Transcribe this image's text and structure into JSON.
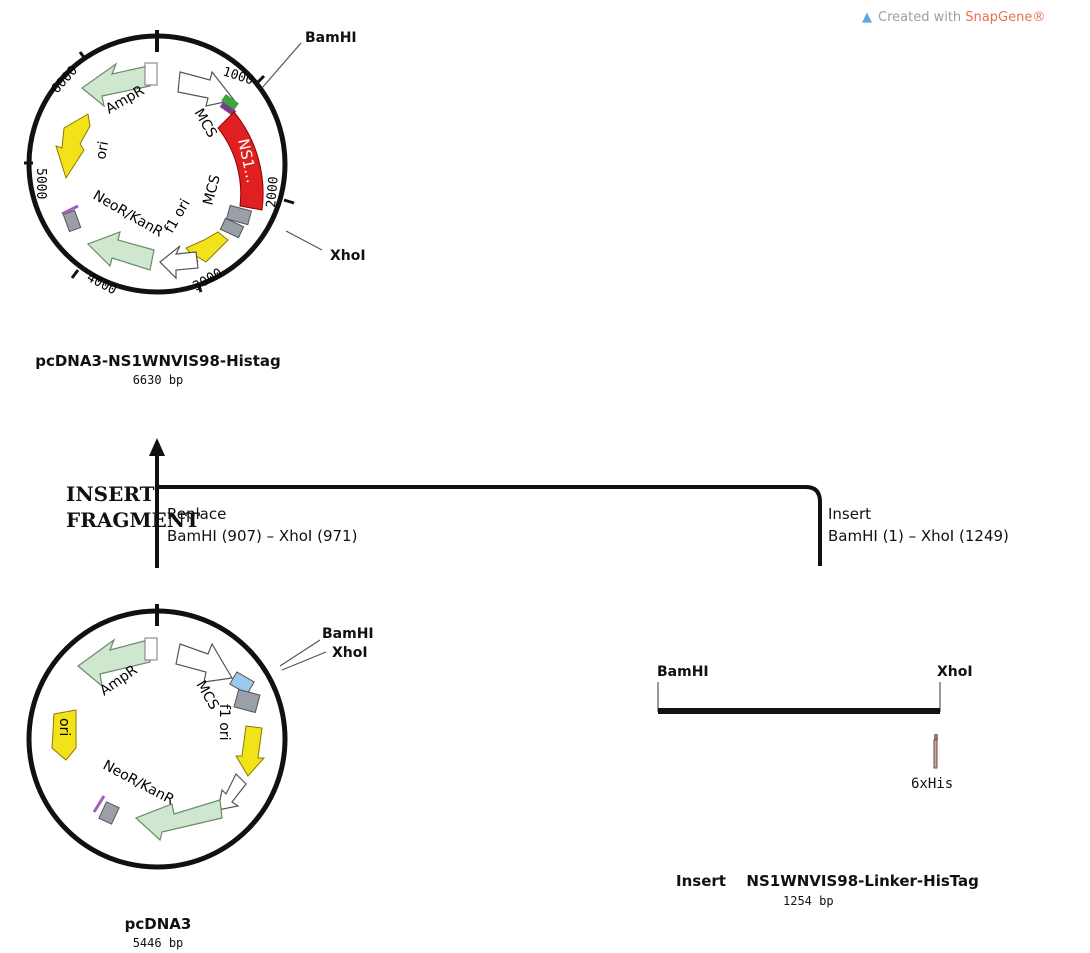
{
  "watermark": {
    "prefix": "Created with ",
    "brand": "SnapGene®"
  },
  "top_plasmid": {
    "name": "pcDNA3-NS1WNVIS98-Histag",
    "size": "6630 bp",
    "ticks": [
      "1000",
      "2000",
      "3000",
      "4000",
      "5000",
      "6000"
    ],
    "sites": [
      "BamHI",
      "XhoI"
    ],
    "features": [
      "AmpR",
      "ori",
      "MCS",
      "NS1...",
      "MCS",
      "f1 ori",
      "NeoR/KanR"
    ]
  },
  "operation": {
    "label_line1": "INSERT",
    "label_line2": "FRAGMENT",
    "replace_title": "Replace",
    "replace_range": "BamHI (907)  –  XhoI (971)",
    "insert_title": "Insert",
    "insert_range": "BamHI (1)  –  XhoI (1249)"
  },
  "bottom_plasmid": {
    "name": "pcDNA3",
    "size": "5446 bp",
    "sites": [
      "BamHI",
      "XhoI"
    ],
    "features": [
      "AmpR",
      "ori",
      "MCS",
      "f1 ori",
      "NeoR/KanR"
    ]
  },
  "insert": {
    "prefix": "Insert",
    "name": "NS1WNVIS98-Linker-HisTag",
    "size": "1254 bp",
    "left_site": "BamHI",
    "right_site": "XhoI",
    "feature": "6xHis"
  }
}
